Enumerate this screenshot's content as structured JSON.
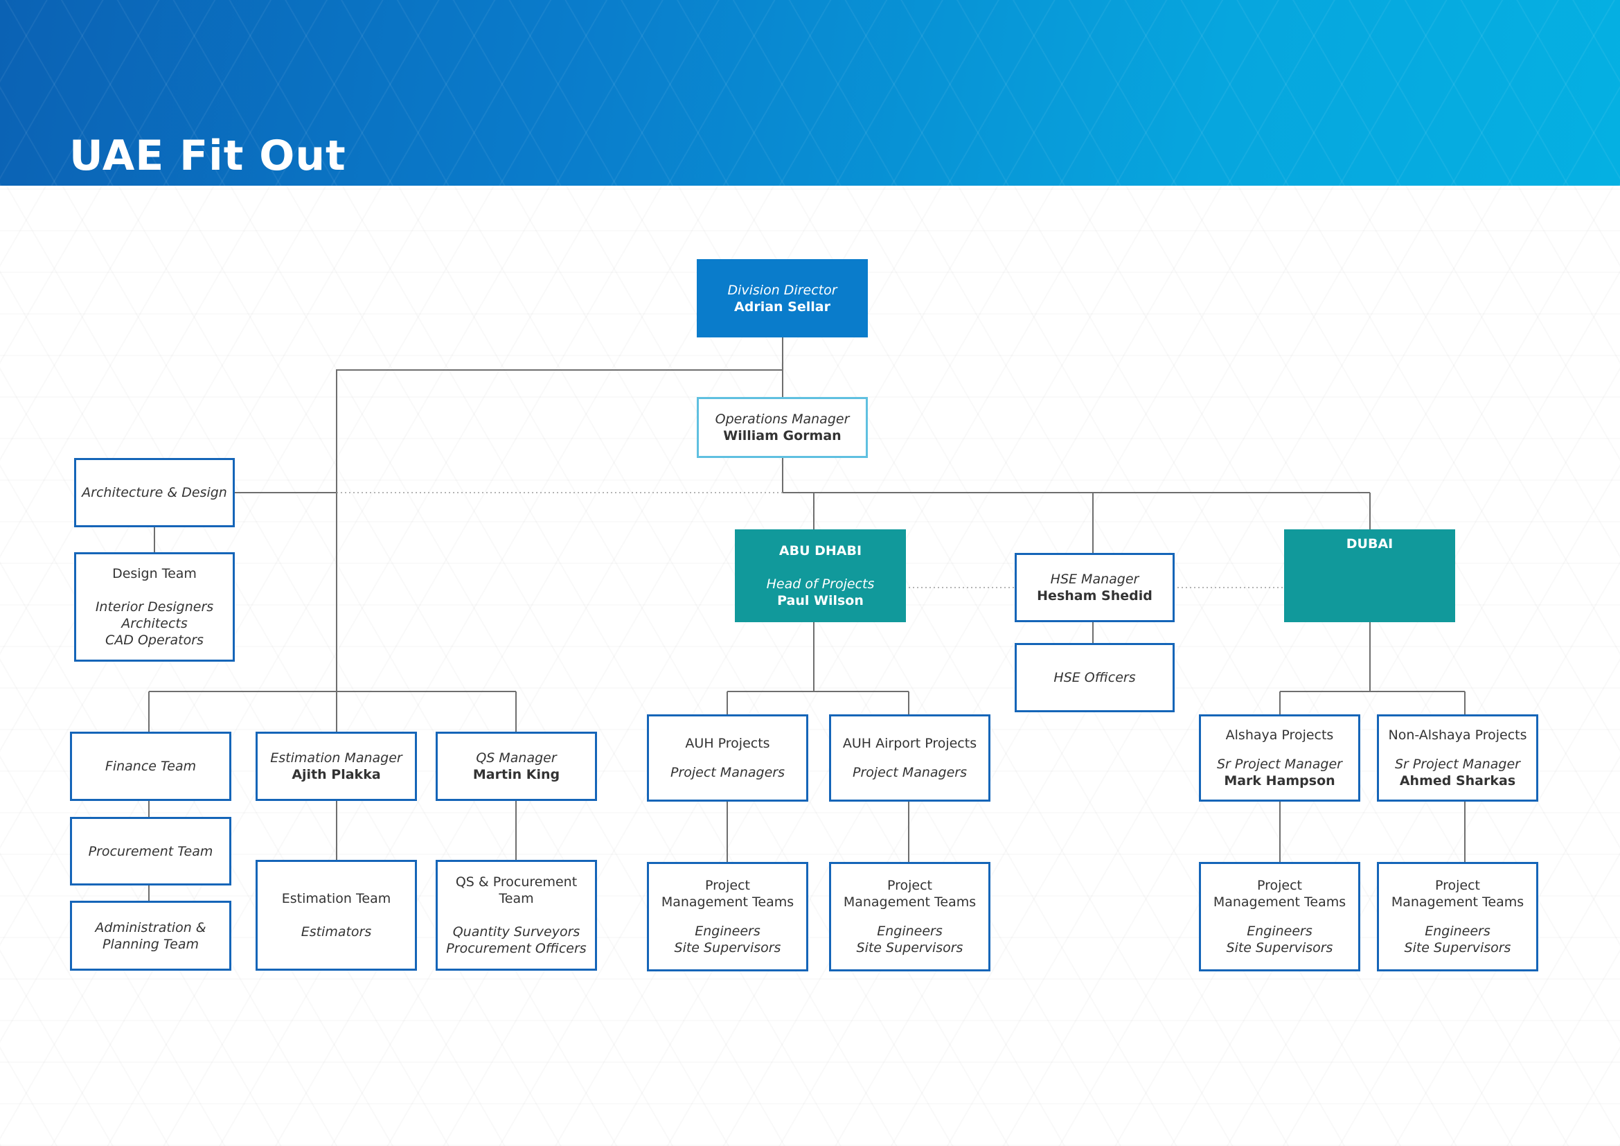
{
  "header": {
    "title": "UAE Fit Out"
  },
  "nodes": {
    "division_director": {
      "role": "Division Director",
      "name": "Adrian Sellar"
    },
    "operations_manager": {
      "role": "Operations Manager",
      "name": "William Gorman"
    },
    "architecture_design": {
      "label": "Architecture & Design"
    },
    "design_team": {
      "title": "Design Team",
      "members": [
        "Interior Designers",
        "Architects",
        "CAD Operators"
      ]
    },
    "finance_team": {
      "label": "Finance Team"
    },
    "procurement_team": {
      "label": "Procurement Team"
    },
    "administration_planning": {
      "line1": "Administration &",
      "line2": "Planning Team"
    },
    "estimation_manager": {
      "role": "Estimation Manager",
      "name": "Ajith Plakka"
    },
    "estimation_team": {
      "title": "Estimation Team",
      "members": [
        "Estimators"
      ]
    },
    "qs_manager": {
      "role": "QS Manager",
      "name": "Martin King"
    },
    "qs_procurement_team": {
      "title": "QS & Procurement Team",
      "members": [
        "Quantity Surveyors",
        "Procurement Officers"
      ]
    },
    "abu_dhabi": {
      "region": "ABU DHABI",
      "role": "Head of Projects",
      "name": "Paul Wilson"
    },
    "hse_manager": {
      "role": "HSE Manager",
      "name": "Hesham Shedid"
    },
    "hse_officers": {
      "label": "HSE Officers"
    },
    "dubai": {
      "region": "DUBAI"
    },
    "auh_projects": {
      "title": "AUH Projects",
      "subtitle": "Project Managers"
    },
    "auh_airport_projects": {
      "title": "AUH Airport Projects",
      "subtitle": "Project Managers"
    },
    "auh_pm_teams": {
      "line1": "Project",
      "line2": "Management Teams",
      "members": [
        "Engineers",
        "Site Supervisors"
      ]
    },
    "auh_airport_pm_teams": {
      "line1": "Project",
      "line2": "Management Teams",
      "members": [
        "Engineers",
        "Site Supervisors"
      ]
    },
    "alshaya_projects": {
      "title": "Alshaya Projects",
      "role": "Sr Project Manager",
      "name": "Mark Hampson"
    },
    "non_alshaya_projects": {
      "title": "Non-Alshaya Projects",
      "role": "Sr Project Manager",
      "name": "Ahmed Sharkas"
    },
    "alshaya_pm_teams": {
      "line1": "Project",
      "line2": "Management Teams",
      "members": [
        "Engineers",
        "Site Supervisors"
      ]
    },
    "non_alshaya_pm_teams": {
      "line1": "Project",
      "line2": "Management Teams",
      "members": [
        "Engineers",
        "Site Supervisors"
      ]
    }
  },
  "colors": {
    "banner": "#0a7ccb",
    "box_border": "#1565b8",
    "box_border_light": "#5fc0e0",
    "director_fill": "#0a7ccb",
    "region_fill": "#11999b",
    "connector": "#6e6e6e"
  }
}
